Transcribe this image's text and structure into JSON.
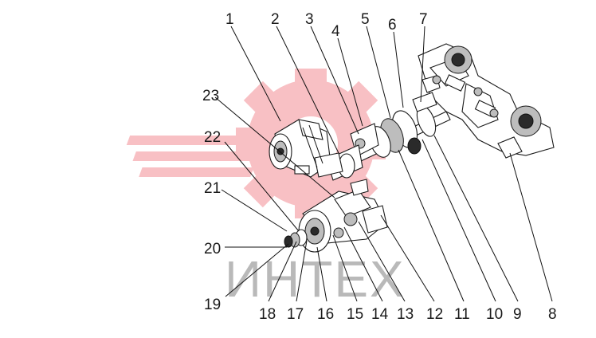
{
  "diagram": {
    "callouts": [
      {
        "id": 1,
        "label": "1"
      },
      {
        "id": 2,
        "label": "2"
      },
      {
        "id": 3,
        "label": "3"
      },
      {
        "id": 4,
        "label": "4"
      },
      {
        "id": 5,
        "label": "5"
      },
      {
        "id": 6,
        "label": "6"
      },
      {
        "id": 7,
        "label": "7"
      },
      {
        "id": 8,
        "label": "8"
      },
      {
        "id": 9,
        "label": "9"
      },
      {
        "id": 10,
        "label": "10"
      },
      {
        "id": 11,
        "label": "11"
      },
      {
        "id": 12,
        "label": "12"
      },
      {
        "id": 13,
        "label": "13"
      },
      {
        "id": 14,
        "label": "14"
      },
      {
        "id": 15,
        "label": "15"
      },
      {
        "id": 16,
        "label": "16"
      },
      {
        "id": 17,
        "label": "17"
      },
      {
        "id": 18,
        "label": "18"
      },
      {
        "id": 19,
        "label": "19"
      },
      {
        "id": 20,
        "label": "20"
      },
      {
        "id": 21,
        "label": "21"
      },
      {
        "id": 22,
        "label": "22"
      },
      {
        "id": 23,
        "label": "23"
      }
    ]
  },
  "watermark": {
    "text": "ИНТЕХ",
    "color": "#e8222f"
  }
}
